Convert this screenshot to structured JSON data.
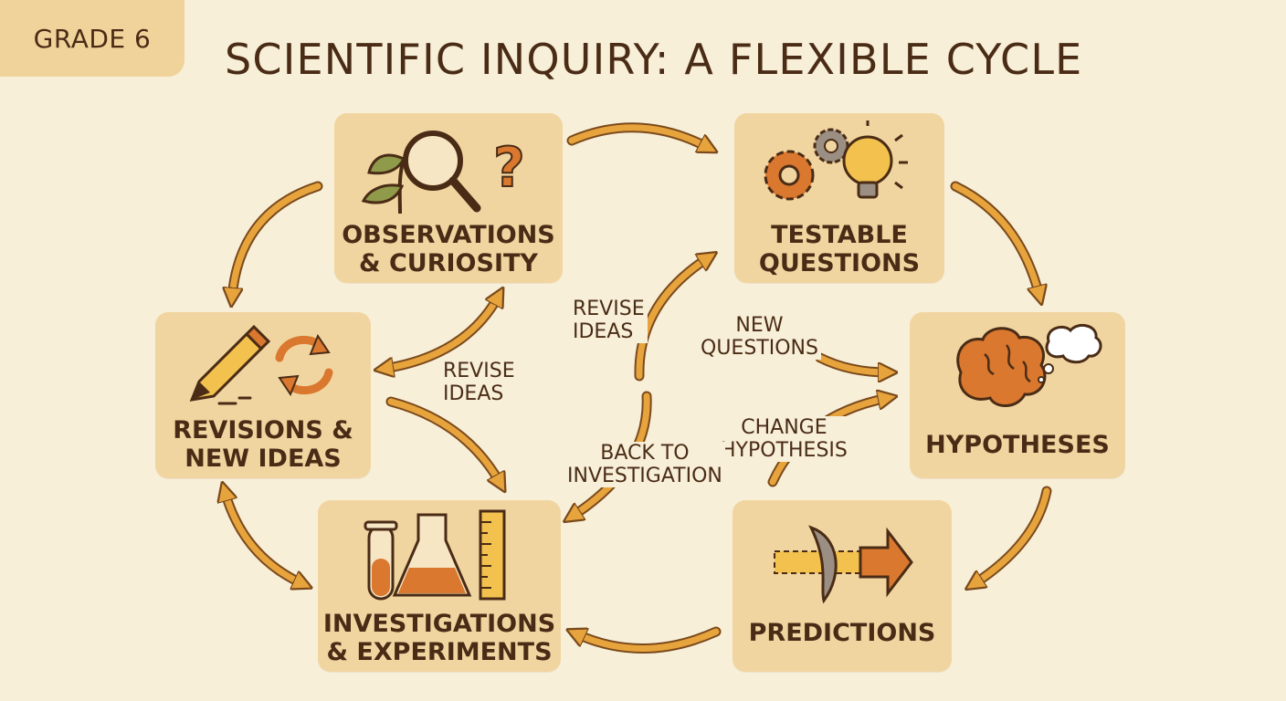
{
  "header": {
    "grade": "GRADE 6",
    "title": "SCIENTIFIC INQUIRY: A FLEXIBLE CYCLE"
  },
  "stages": {
    "observations": {
      "label": "OBSERVATIONS\n& CURIOSITY",
      "icons": [
        "plant-icon",
        "magnifier-icon",
        "question-mark-icon"
      ]
    },
    "questions": {
      "label": "TESTABLE\nQUESTIONS",
      "icons": [
        "gears-icon",
        "lightbulb-icon"
      ]
    },
    "hypotheses": {
      "label": "HYPOTHESES",
      "icons": [
        "brain-icon",
        "thought-bubble-icon"
      ]
    },
    "predictions": {
      "label": "PREDICTIONS",
      "icons": [
        "arrow-target-icon"
      ]
    },
    "investigations": {
      "label": "INVESTIGATIONS\n& EXPERIMENTS",
      "icons": [
        "test-tube-icon",
        "flask-icon",
        "ruler-icon"
      ]
    },
    "revisions": {
      "label": "REVISIONS &\nNEW IDEAS",
      "icons": [
        "pencil-icon",
        "cycle-arrows-icon"
      ]
    }
  },
  "flow_labels": {
    "revise_ideas_left": "REVISE\nIDEAS",
    "revise_ideas_center": "REVISE\nIDEAS",
    "new_questions": "NEW\nQUESTIONS",
    "change_hypothesis": "CHANGE\nHYPOTHESIS",
    "back_to_investigation": "BACK TO\nINVESTIGATION"
  },
  "colors": {
    "background": "#f8efd9",
    "card": "#f1d5a0",
    "arrow": "#e8a43c",
    "arrow_outline": "#7a4a1c",
    "text": "#4a2c16",
    "accent_orange": "#d9782e"
  }
}
